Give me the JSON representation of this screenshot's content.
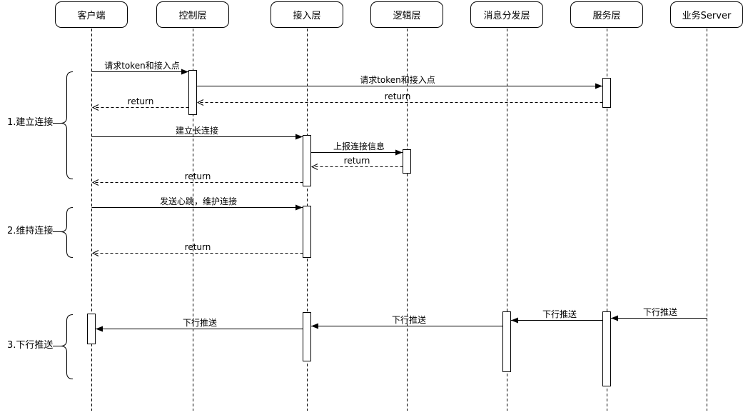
{
  "diagram": {
    "kind": "uml-sequence-diagram",
    "colors": {
      "stroke": "#000000",
      "background": "#ffffff",
      "text": "#000000"
    },
    "actors": [
      {
        "label": "客户端"
      },
      {
        "label": "控制层"
      },
      {
        "label": "接入层"
      },
      {
        "label": "逻辑层"
      },
      {
        "label": "消息分发层"
      },
      {
        "label": "服务层"
      },
      {
        "label": "业务Server"
      }
    ],
    "sections": [
      {
        "label": "1.建立连接"
      },
      {
        "label": "2.维持连接"
      },
      {
        "label": "3.下行推送"
      }
    ],
    "messages": [
      {
        "label": "请求token和接入点",
        "from": "客户端",
        "to": "控制层",
        "line": "solid"
      },
      {
        "label": "请求token和接入点",
        "from": "控制层",
        "to": "服务层",
        "line": "solid"
      },
      {
        "label": "return",
        "from": "服务层",
        "to": "控制层",
        "line": "dashed"
      },
      {
        "label": "return",
        "from": "控制层",
        "to": "客户端",
        "line": "dashed"
      },
      {
        "label": "建立长连接",
        "from": "客户端",
        "to": "接入层",
        "line": "solid"
      },
      {
        "label": "上报连接信息",
        "from": "接入层",
        "to": "逻辑层",
        "line": "solid"
      },
      {
        "label": "return",
        "from": "逻辑层",
        "to": "接入层",
        "line": "dashed"
      },
      {
        "label": "return",
        "from": "接入层",
        "to": "客户端",
        "line": "dashed"
      },
      {
        "label": "发送心跳，维护连接",
        "from": "客户端",
        "to": "接入层",
        "line": "solid"
      },
      {
        "label": "return",
        "from": "接入层",
        "to": "客户端",
        "line": "dashed"
      },
      {
        "label": "下行推送",
        "from": "业务Server",
        "to": "服务层",
        "line": "solid"
      },
      {
        "label": "下行推送",
        "from": "服务层",
        "to": "消息分发层",
        "line": "solid"
      },
      {
        "label": "下行推送",
        "from": "消息分发层",
        "to": "接入层",
        "line": "solid"
      },
      {
        "label": "下行推送",
        "from": "接入层",
        "to": "客户端",
        "line": "solid"
      }
    ]
  }
}
